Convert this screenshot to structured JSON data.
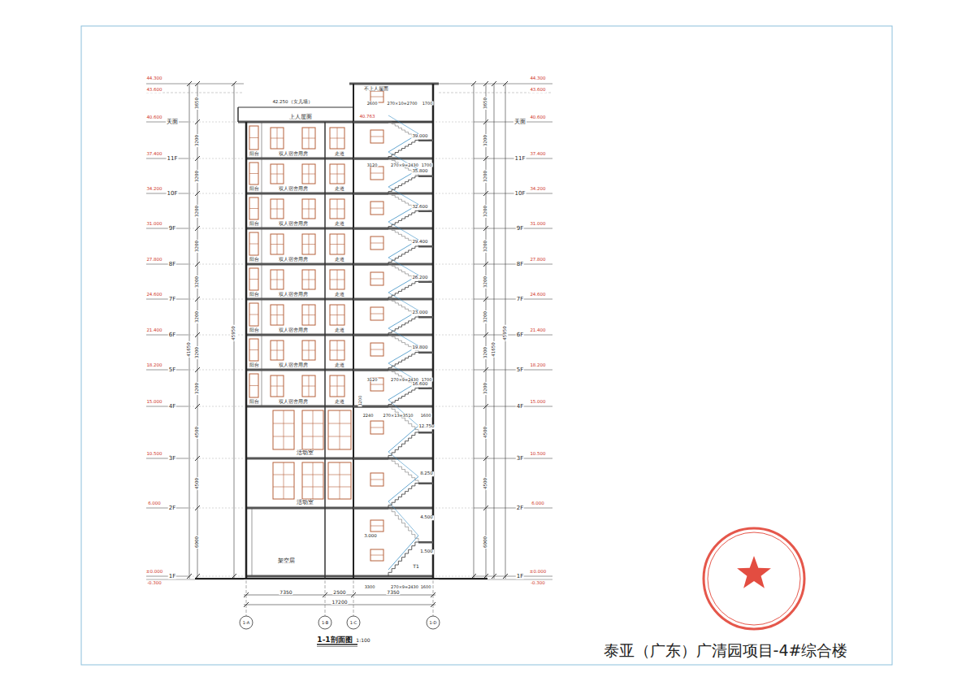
{
  "diagram": {
    "title": "1-1剖面图",
    "caption": "泰亚（广东）广清园项目-4#综合楼",
    "labels": [
      "1F",
      "2F",
      "3F",
      "4F",
      "5F",
      "6F",
      "7F",
      "8F",
      "9F",
      "10F",
      "11F",
      "天面",
      "±0.000",
      "6.000",
      "10.500",
      "15.000",
      "18.200",
      "21.400",
      "24.600",
      "27.800",
      "31.000",
      "34.200",
      "37.400",
      "40.600",
      "1F",
      "2F",
      "3F",
      "4F",
      "5F",
      "6F",
      "7F",
      "8F",
      "9F",
      "10F",
      "11F",
      "天面",
      "±0.000",
      "6.000",
      "10.500",
      "15.000",
      "18.200",
      "21.400",
      "24.600",
      "27.800",
      "31.000",
      "34.200",
      "37.400",
      "40.600",
      "44.300",
      "43.600",
      "44.300",
      "43.600",
      "-0.300",
      "-0.300",
      "6000",
      "4500",
      "4500",
      "3200",
      "3200",
      "3200",
      "3200",
      "3200",
      "3200",
      "3200",
      "3200",
      "3650",
      "41650",
      "45950",
      "6000",
      "4500",
      "4500",
      "3200",
      "3200",
      "3200",
      "3200",
      "3200",
      "3200",
      "3200",
      "3200",
      "3650",
      "41650",
      "45950",
      "阳台",
      "双人宿舍用房",
      "走道",
      "阳台",
      "双人宿舍用房",
      "走道",
      "阳台",
      "双人宿舍用房",
      "走道",
      "阳台",
      "双人宿舍用房",
      "走道",
      "阳台",
      "双人宿舍用房",
      "走道",
      "阳台",
      "双人宿舍用房",
      "走道",
      "阳台",
      "双人宿舍用房",
      "走道",
      "阳台",
      "双人宿舍用房",
      "走道",
      "活动室",
      "活动室",
      "架空层",
      "上人屋面",
      "不上人屋面",
      "42.250（女儿墙）",
      "40.763",
      "1.500",
      "3.000",
      "4.500",
      "8.250",
      "12.750",
      "16.600",
      "19.800",
      "23.000",
      "26.200",
      "29.400",
      "32.600",
      "35.800",
      "39.000",
      "3300",
      "270×9=2430",
      "1600",
      "2240",
      "270×13=3510",
      "1600",
      "3120",
      "270×9=2430",
      "1700",
      "3120",
      "270×9=2430",
      "1700",
      "2600",
      "270×10=2700",
      "1700",
      "T1",
      "1200",
      "7350",
      "2500",
      "7350",
      "17200",
      "1-A",
      "1-B",
      "1-C",
      "1-D",
      "1:100"
    ]
  }
}
